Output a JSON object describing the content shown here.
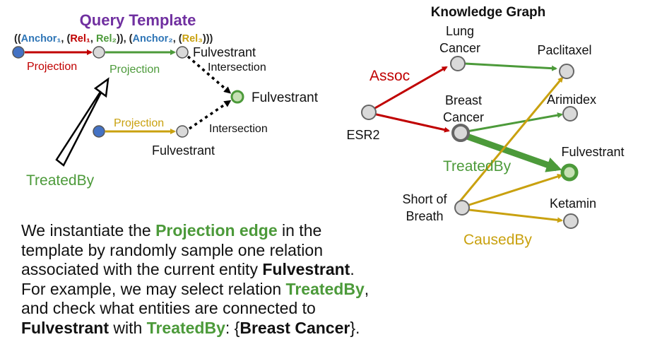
{
  "query_template": {
    "title": "Query Template",
    "formula": {
      "p1": "((",
      "anchor1": "Anchor₁",
      "p2": ", (",
      "rel1": "Rel₁",
      "p3": ", ",
      "rel2": "Rel₂",
      "p4": ")), (",
      "anchor2": "Anchor₂",
      "p5": ", (",
      "rel3": "Rel₃",
      "p6": ")))"
    },
    "labels": {
      "projection_red": "Projection",
      "projection_green": "Projection",
      "projection_yellow": "Projection",
      "fulvestrant_top": "Fulvestrant",
      "intersection_top": "Intersection",
      "fulvestrant_target": "Fulvestrant",
      "intersection_bottom": "Intersection",
      "fulvestrant_bottom": "Fulvestrant",
      "treatedby": "TreatedBy"
    }
  },
  "knowledge_graph": {
    "title": "Knowledge Graph",
    "nodes": {
      "lung_cancer_1": "Lung",
      "lung_cancer_2": "Cancer",
      "paclitaxel": "Paclitaxel",
      "breast_cancer_1": "Breast",
      "breast_cancer_2": "Cancer",
      "arimidex": "Arimidex",
      "esr2": "ESR2",
      "fulvestrant": "Fulvestrant",
      "short_of_breath_1": "Short of",
      "short_of_breath_2": "Breath",
      "ketamin": "Ketamin"
    },
    "relations": {
      "assoc": "Assoc",
      "treatedby": "TreatedBy",
      "causedby": "CausedBy"
    }
  },
  "explanation": {
    "l1a": "We instantiate the ",
    "l1b": "Projection edge",
    "l1c": " in the",
    "l2": "template by randomly sample one relation",
    "l3a": "associated with the current entity ",
    "l3b": "Fulvestrant",
    "l3c": ".",
    "l4a": "For example, we may select relation ",
    "l4b": "TreatedBy",
    "l4c": ",",
    "l5": "and check what entities are connected to",
    "l6a": "Fulvestrant",
    "l6b": " with ",
    "l6c": "TreatedBy",
    "l6d": ": {",
    "l6e": "Breast Cancer",
    "l6f": "}."
  },
  "colors": {
    "red": "#c00000",
    "green": "#4c9a3a",
    "yellow": "#c9a10f",
    "purple": "#7030a0",
    "blue": "#4472c4",
    "node_gray": "#d9d9d9"
  }
}
